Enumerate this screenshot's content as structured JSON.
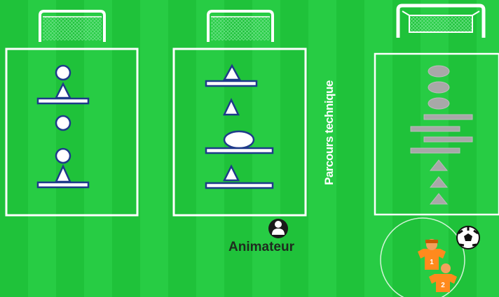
{
  "labels": {
    "parcours": "Parcours technique",
    "animateur": "Animateur",
    "player_1": "1",
    "player_2": "2"
  },
  "icons": {
    "goal": "goal-icon",
    "cone": "cone-icon",
    "hurdle": "hurdle-icon",
    "ball": "soccer-ball-icon",
    "coach": "coach-icon",
    "player": "player-icon"
  },
  "colors": {
    "field_dark": "#1fc23a",
    "field_light": "#27cc44",
    "line": "#ffffff",
    "object_outline": "#1e3a8a",
    "player": "#ff8a1d",
    "gray_marker": "#a8a8a8"
  }
}
